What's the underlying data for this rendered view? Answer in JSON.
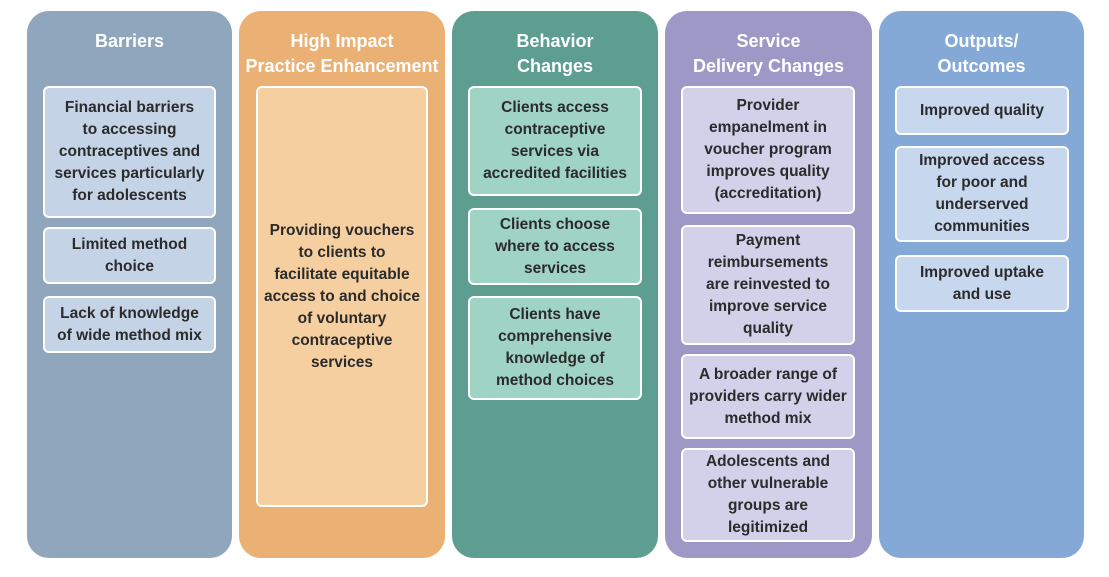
{
  "columns": {
    "barriers": {
      "title": "Barriers",
      "boxes": [
        "Financial barriers\nto accessing\ncontraceptives and\nservices particularly\nfor adolescents",
        "Limited method\nchoice",
        "Lack of knowledge\nof wide method mix"
      ]
    },
    "hip": {
      "title": "High Impact\nPractice Enhancement",
      "boxes": [
        "Providing vouchers\nto clients to\nfacilitate equitable\naccess to and choice\nof voluntary\ncontraceptive\nservices"
      ]
    },
    "behavior": {
      "title": "Behavior\nChanges",
      "boxes": [
        "Clients access\ncontraceptive\nservices via\naccredited facilities",
        "Clients choose\nwhere to access\nservices",
        "Clients have\ncomprehensive\nknowledge of\nmethod choices"
      ]
    },
    "service": {
      "title": "Service\nDelivery Changes",
      "boxes": [
        "Provider\nempanelment in\nvoucher program\nimproves quality\n(accreditation)",
        "Payment\nreimbursements\nare reinvested to\nimprove service\nquality",
        "A broader range of\nproviders carry wider\nmethod mix",
        "Adolescents and\nother vulnerable\ngroups are\nlegitimized"
      ]
    },
    "outputs": {
      "title": "Outputs/\nOutcomes",
      "boxes": [
        "Improved quality",
        "Improved access\nfor poor and\nunderserved\ncommunities",
        "Improved uptake\nand use"
      ]
    }
  }
}
